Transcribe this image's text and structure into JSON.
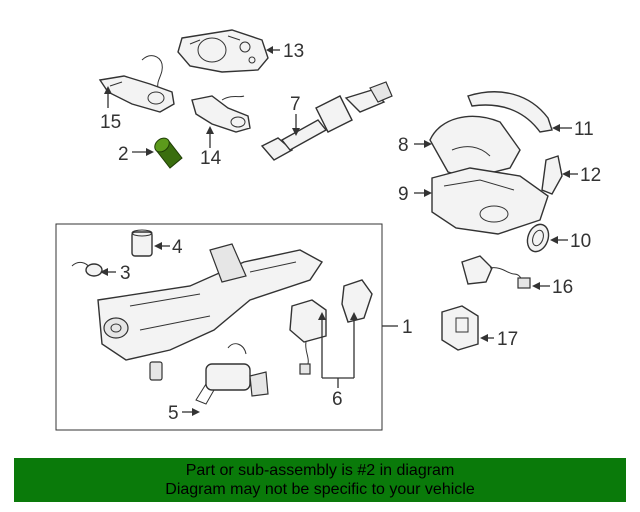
{
  "callouts": {
    "c1": "1",
    "c2": "2",
    "c3": "3",
    "c4": "4",
    "c5": "5",
    "c6": "6",
    "c7": "7",
    "c8": "8",
    "c9": "9",
    "c10": "10",
    "c11": "11",
    "c12": "12",
    "c13": "13",
    "c14": "14",
    "c15": "15",
    "c16": "16",
    "c17": "17"
  },
  "highlight_color": "#3a6e0e",
  "banner": {
    "line1": "Part or sub-assembly is #2 in diagram",
    "line2": "Diagram may not be specific to your vehicle",
    "color": "#0a7a0a"
  }
}
